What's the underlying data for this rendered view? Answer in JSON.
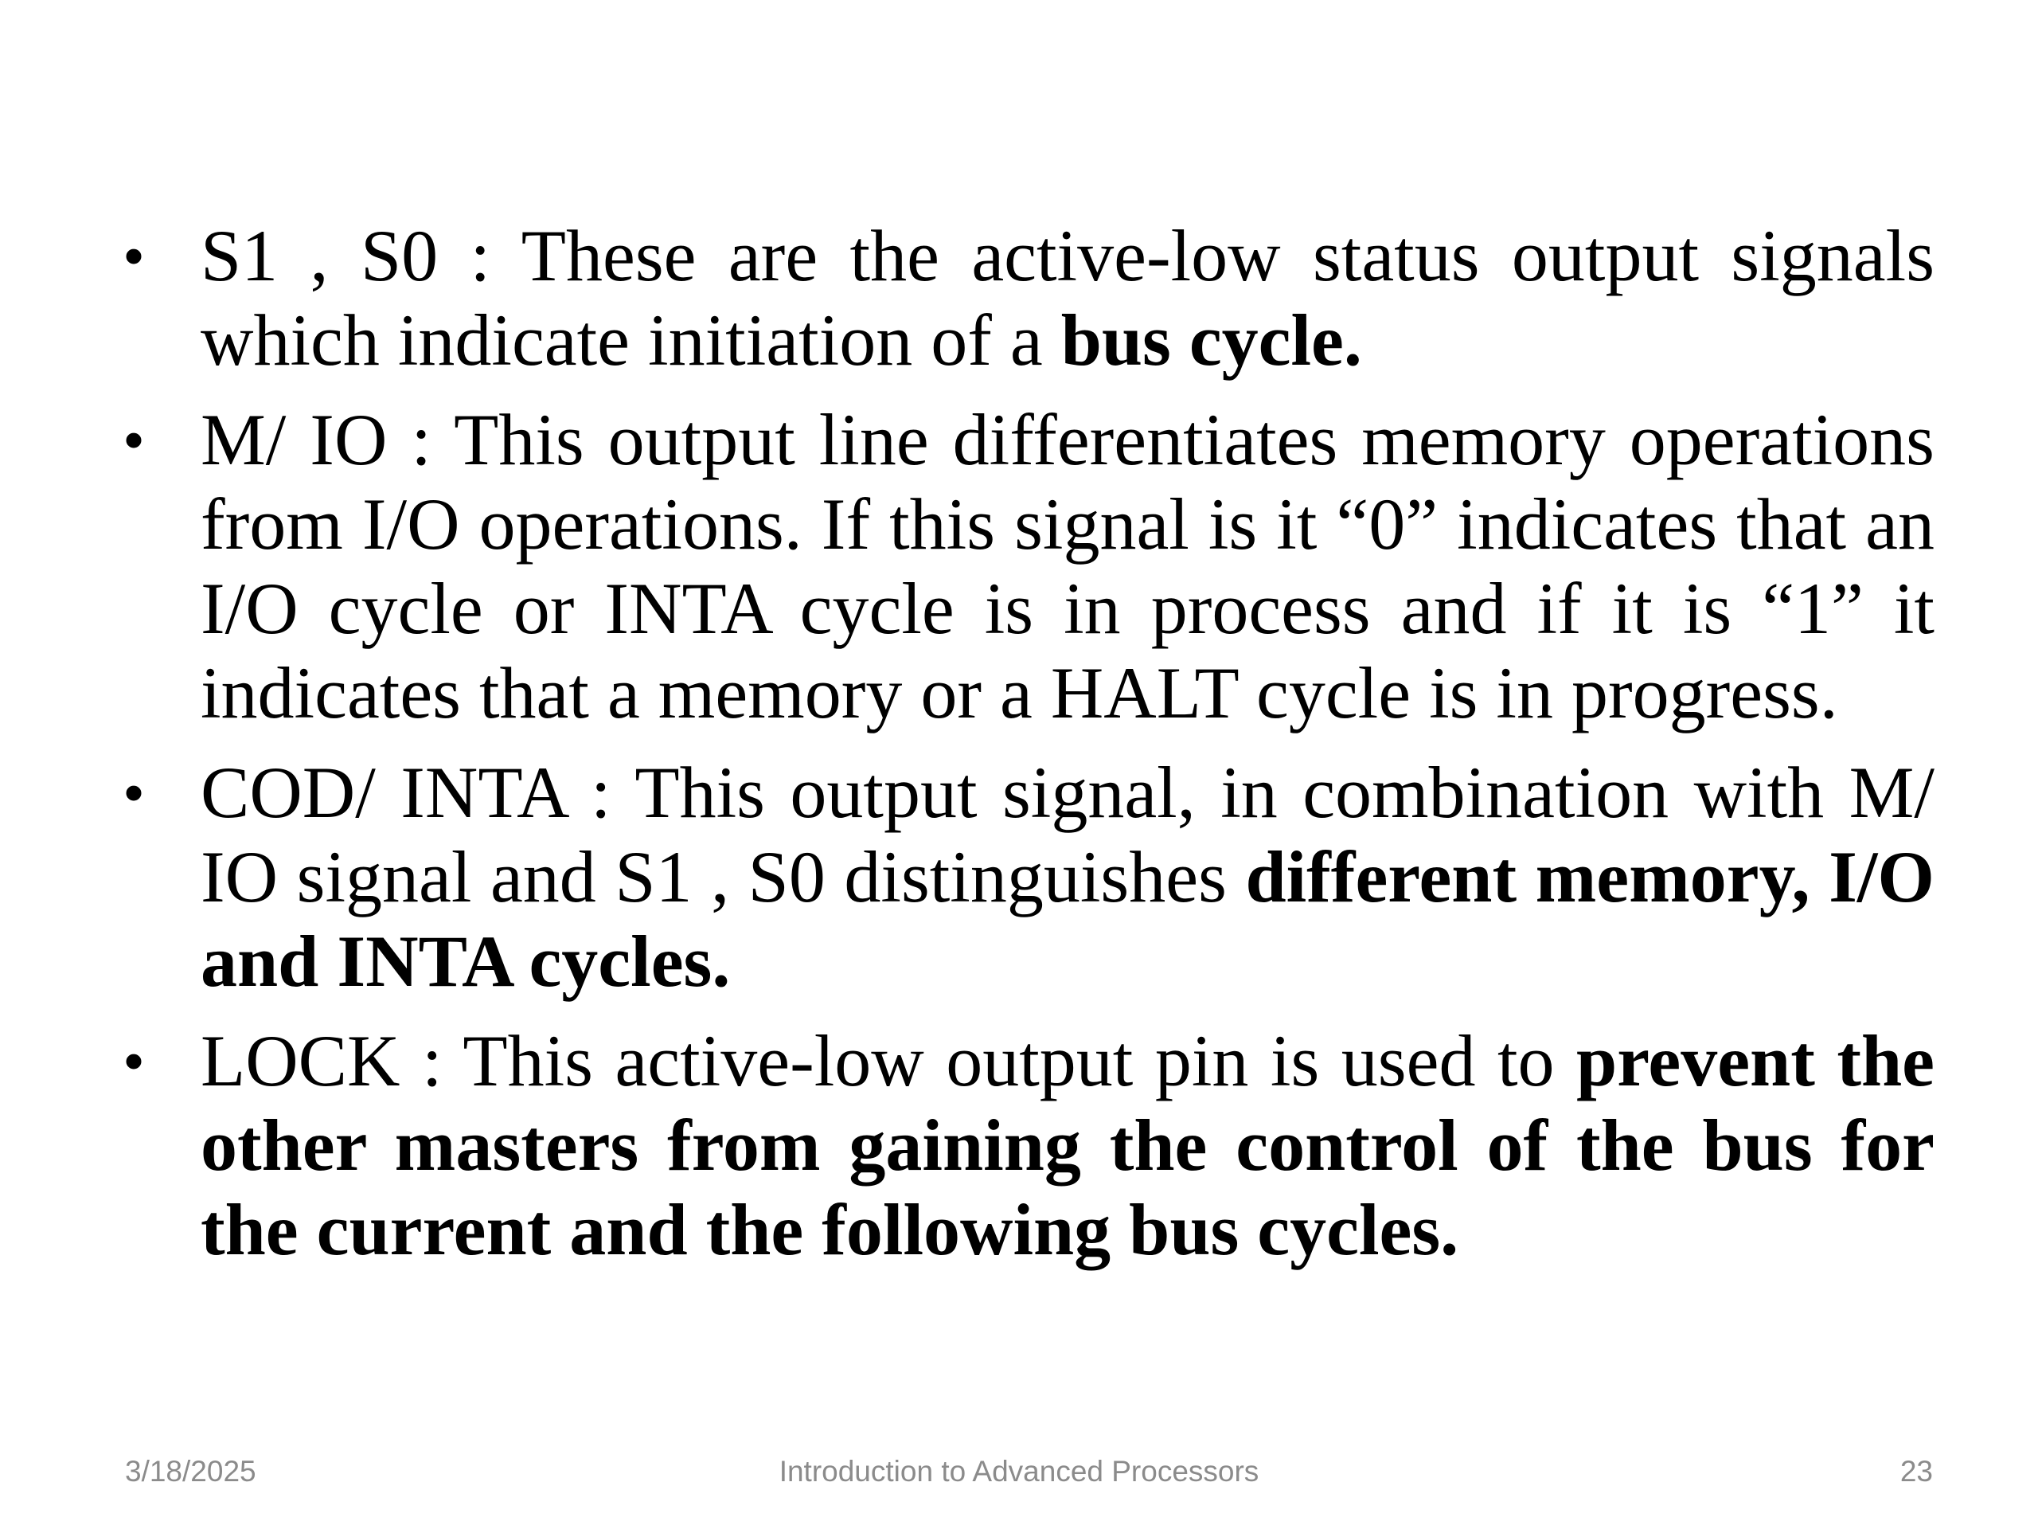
{
  "bullets": [
    {
      "glyph": "•",
      "segments": [
        {
          "text": "S1 , S0 : These are the active-low status output signals which indicate initiation of a ",
          "bold": false
        },
        {
          "text": "bus cycle.",
          "bold": true
        }
      ]
    },
    {
      "glyph": "•",
      "segments": [
        {
          "text": "M/ IO : This output line differentiates memory operations from I/O operations. If this signal is it “0” indicates that an I/O cycle or INTA cycle is in process and if it is “1” it indicates that a memory or a HALT cycle is in progress.",
          "bold": false
        }
      ]
    },
    {
      "glyph": "•",
      "segments": [
        {
          "text": "COD/ INTA : This output signal, in combination with M/ IO signal and S1 , S0 distinguishes ",
          "bold": false
        },
        {
          "text": "different memory, I/O and INTA cycles.",
          "bold": true
        }
      ]
    },
    {
      "glyph": "•",
      "segments": [
        {
          "text": "LOCK : This active-low output pin is used to ",
          "bold": false
        },
        {
          "text": "prevent the other masters from gaining the control of the bus for the current and the following bus cycles.",
          "bold": true
        }
      ]
    }
  ],
  "footer": {
    "date": "3/18/2025",
    "title": "Introduction to Advanced Processors",
    "page_number": "23"
  }
}
